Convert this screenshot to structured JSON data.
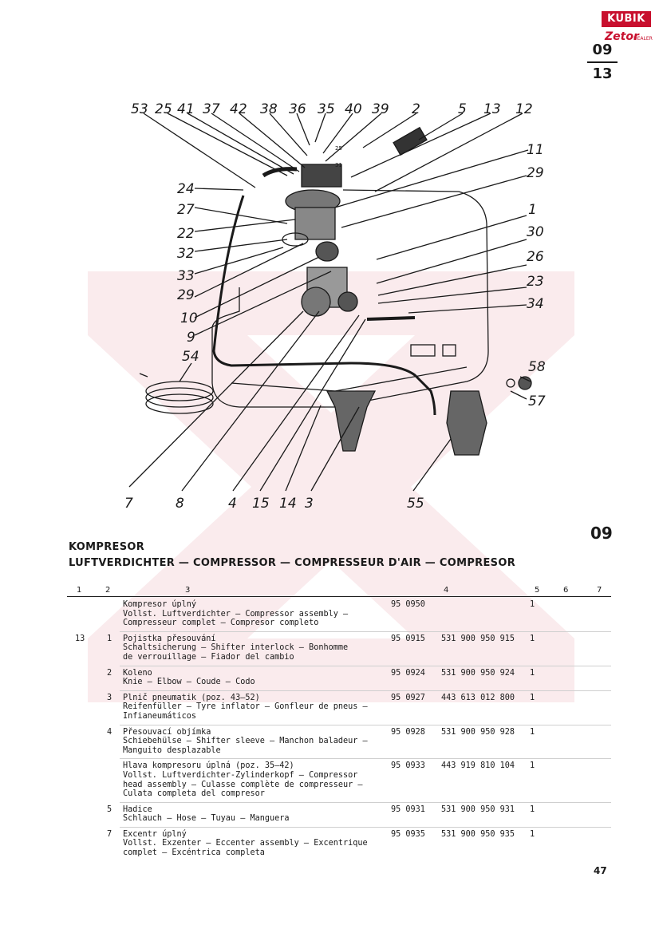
{
  "logo": {
    "text": "KUBIK",
    "sub": "Zetor",
    "sub2": "DEALER"
  },
  "sheet": {
    "top": "09",
    "bottom": "13"
  },
  "diagram": {
    "callouts_top": [
      "53",
      "25",
      "41",
      "37",
      "42",
      "38",
      "36",
      "35",
      "40",
      "39",
      "2",
      "5",
      "13",
      "12"
    ],
    "callouts_left": [
      "24",
      "27",
      "22",
      "32",
      "33",
      "29",
      "10",
      "9",
      "54"
    ],
    "callouts_right": [
      "11",
      "29",
      "1",
      "30",
      "26",
      "23",
      "34",
      "58",
      "57"
    ],
    "callouts_bottom": [
      "7",
      "8",
      "4",
      "15",
      "14",
      "3",
      "55"
    ],
    "small_labels": [
      "25",
      "31"
    ]
  },
  "section_no": "09",
  "title_cz": "KOMPRESOR",
  "title_multi": "LUFTVERDICHTER — COMPRESSOR — COMPRESSEUR D'AIR — COMPRESOR",
  "columns": [
    "1",
    "2",
    "3",
    "4",
    "5",
    "6",
    "7"
  ],
  "rows": [
    {
      "grp": "",
      "pos": "",
      "lines": [
        "Kompresor úplný",
        "Vollst. Luftverdichter — Compressor assembly —",
        "Compresseur complet — Compresor completo"
      ],
      "order": "95 0950",
      "part": "",
      "qty": "1"
    },
    {
      "grp": "13",
      "pos": "1",
      "lines": [
        "Pojistka přesouvání",
        "Schaltsicherung — Shifter interlock — Bonhomme",
        "de verrouillage — Fiador del cambio"
      ],
      "order": "95 0915",
      "part": "531 900 950 915",
      "qty": "1"
    },
    {
      "grp": "",
      "pos": "2",
      "lines": [
        "Koleno",
        "Knie — Elbow — Coude — Codo"
      ],
      "order": "95 0924",
      "part": "531 900 950 924",
      "qty": "1"
    },
    {
      "grp": "",
      "pos": "3",
      "lines": [
        "Plnič pneumatik (poz. 43—52)",
        "Reifenfüller — Tyre inflator — Gonfleur de pneus —",
        "Infianeumáticos"
      ],
      "order": "95 0927",
      "part": "443 613 012 800",
      "qty": "1"
    },
    {
      "grp": "",
      "pos": "4",
      "lines": [
        "Přesouvací objímka",
        "Schiebehülse — Shifter sleeve — Manchon baladeur —",
        "Manguito desplazable"
      ],
      "order": "95 0928",
      "part": "531 900 950 928",
      "qty": "1"
    },
    {
      "grp": "",
      "pos": "",
      "lines": [
        "Hlava kompresoru úplná (poz. 35—42)",
        "Vollst. Luftverdichter-Zylinderkopf — Compressor",
        "head assembly — Culasse complète de compresseur —",
        "Culata completa del compresor"
      ],
      "order": "95 0933",
      "part": "443 919 810 104",
      "qty": "1"
    },
    {
      "grp": "",
      "pos": "5",
      "lines": [
        "Hadice",
        "Schlauch — Hose — Tuyau — Manguera"
      ],
      "order": "95 0931",
      "part": "531 900 950 931",
      "qty": "1"
    },
    {
      "grp": "",
      "pos": "7",
      "lines": [
        "Excentr úplný",
        "Vollst. Exzenter — Eccenter assembly — Excentrique",
        "complet — Excéntrica completa"
      ],
      "order": "95 0935",
      "part": "531 900 950 935",
      "qty": "1"
    }
  ],
  "page_no": "47"
}
